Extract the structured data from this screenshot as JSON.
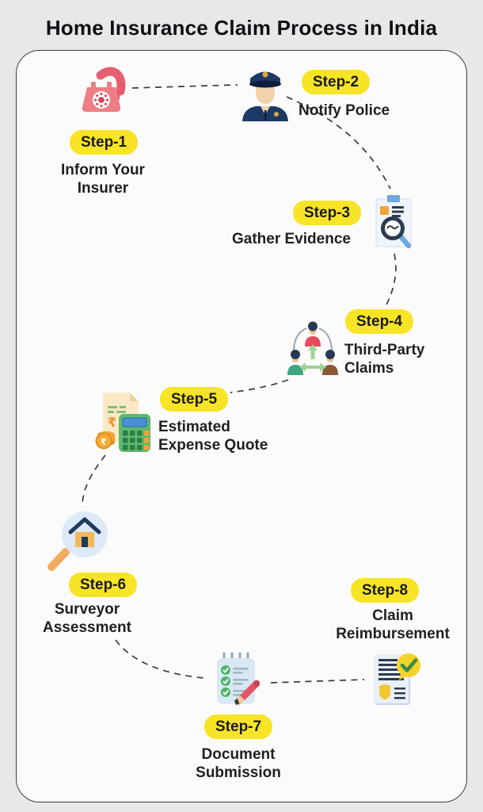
{
  "page": {
    "title": "Home Insurance Claim Process in India"
  },
  "colors": {
    "background": "#e9e7ea",
    "card_background": "#fcfbfc",
    "card_border": "#3f3f3f",
    "badge_background": "#f7e427",
    "badge_text": "#1b1b1e",
    "label_text": "#202024",
    "connector": "#3b3b3b",
    "phone_red": "#ef7d84",
    "police_navy": "#1d3a66",
    "arrow_green": "#9fd296",
    "calculator_green": "#5db96d",
    "coin_gold": "#f0a52f",
    "pencil_red": "#e15666",
    "check_green": "#3d8b45"
  },
  "steps": [
    {
      "badge": "Step-1",
      "label": "Inform Your\nInsurer",
      "icon": "rotary-telephone"
    },
    {
      "badge": "Step-2",
      "label": "Notify Police",
      "icon": "police-officer"
    },
    {
      "badge": "Step-3",
      "label": "Gather Evidence",
      "icon": "document-magnifier"
    },
    {
      "badge": "Step-4",
      "label": "Third-Party\nClaims",
      "icon": "people-network"
    },
    {
      "badge": "Step-5",
      "label": "Estimated\nExpense Quote",
      "icon": "invoice-calculator-coins"
    },
    {
      "badge": "Step-6",
      "label": "Surveyor\nAssessment",
      "icon": "magnifier-house"
    },
    {
      "badge": "Step-7",
      "label": "Document\nSubmission",
      "icon": "checklist-pencil"
    },
    {
      "badge": "Step-8",
      "label": "Claim\nReimbursement",
      "icon": "approved-document"
    }
  ]
}
